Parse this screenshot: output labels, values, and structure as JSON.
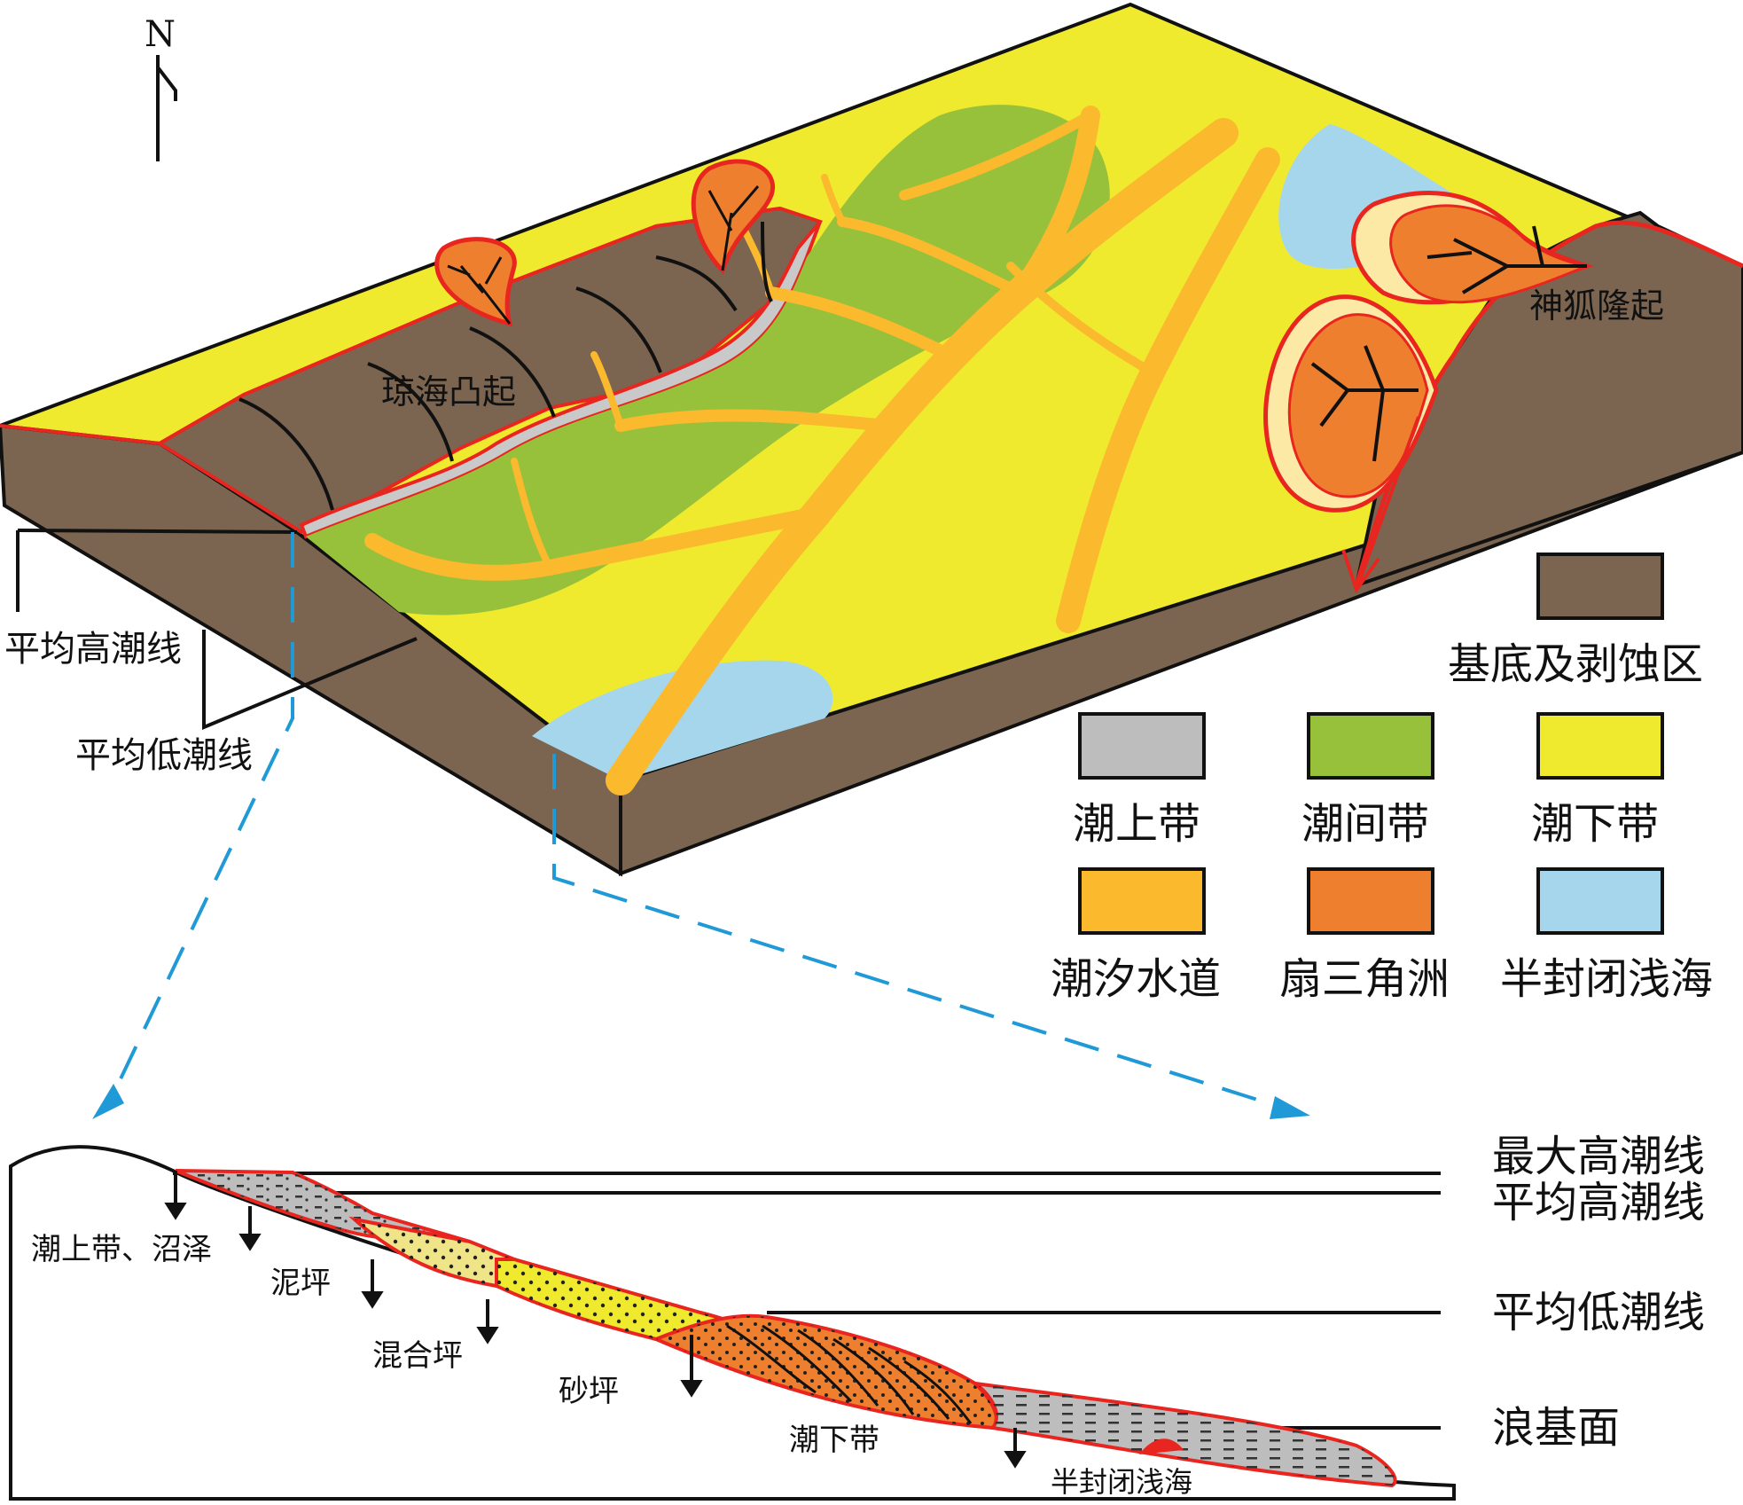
{
  "compass": {
    "label": "N"
  },
  "block": {
    "labels": {
      "qionghai": "琼海凸起",
      "shenhu": "神狐隆起",
      "mean_high_tide": "平均高潮线",
      "mean_low_tide": "平均低潮线"
    }
  },
  "legend": {
    "items": [
      {
        "key": "basement",
        "label": "基底及剥蚀区",
        "color": "#7b6550"
      },
      {
        "key": "supratidal",
        "label": "潮上带",
        "color": "#bdbdbd"
      },
      {
        "key": "intertidal",
        "label": "潮间带",
        "color": "#97c13b"
      },
      {
        "key": "subtidal",
        "label": "潮下带",
        "color": "#f0ea2e"
      },
      {
        "key": "channel",
        "label": "潮汐水道",
        "color": "#fbb92e"
      },
      {
        "key": "fan_delta",
        "label": "扇三角洲",
        "color": "#ee7f2f"
      },
      {
        "key": "semi_enclosed",
        "label": "半封闭浅海",
        "color": "#a6d6ec"
      }
    ]
  },
  "profile": {
    "lines": {
      "max_high": "最大高潮线",
      "mean_high": "平均高潮线",
      "mean_low": "平均低潮线",
      "wave_base": "浪基面"
    },
    "zones": {
      "supratidal_marsh": "潮上带、沼泽",
      "mud_flat": "泥坪",
      "mixed_flat": "混合坪",
      "sand_flat": "砂坪",
      "subtidal": "潮下带",
      "semi_enclosed": "半封闭浅海"
    }
  }
}
